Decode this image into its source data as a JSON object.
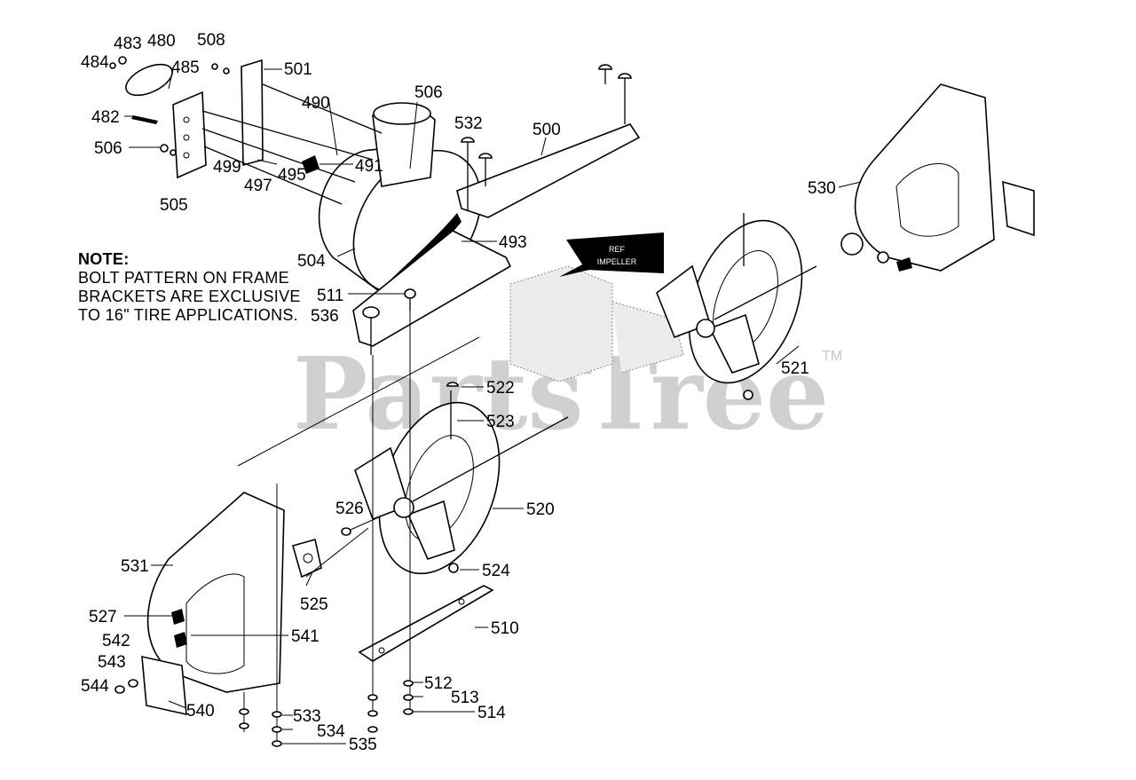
{
  "watermark": {
    "text": "PartsTree",
    "trademark": "TM"
  },
  "note": {
    "heading": "NOTE:",
    "lines": [
      "BOLT PATTERN ON FRAME",
      "BRACKETS ARE EXCLUSIVE",
      "TO 16\" TIRE APPLICATIONS."
    ]
  },
  "ref_tag": {
    "line1": "REF",
    "line2": "IMPELLER"
  },
  "parts": [
    {
      "id": "483",
      "label": "483"
    },
    {
      "id": "480",
      "label": "480"
    },
    {
      "id": "508",
      "label": "508"
    },
    {
      "id": "484",
      "label": "484"
    },
    {
      "id": "485",
      "label": "485"
    },
    {
      "id": "501",
      "label": "501"
    },
    {
      "id": "506a",
      "label": "506"
    },
    {
      "id": "490",
      "label": "490"
    },
    {
      "id": "482",
      "label": "482"
    },
    {
      "id": "532",
      "label": "532"
    },
    {
      "id": "500",
      "label": "500"
    },
    {
      "id": "506b",
      "label": "506"
    },
    {
      "id": "491",
      "label": "491"
    },
    {
      "id": "499",
      "label": "499"
    },
    {
      "id": "497",
      "label": "497"
    },
    {
      "id": "495",
      "label": "495"
    },
    {
      "id": "505",
      "label": "505"
    },
    {
      "id": "530",
      "label": "530"
    },
    {
      "id": "493",
      "label": "493"
    },
    {
      "id": "504",
      "label": "504"
    },
    {
      "id": "511",
      "label": "511"
    },
    {
      "id": "536",
      "label": "536"
    },
    {
      "id": "521",
      "label": "521"
    },
    {
      "id": "522",
      "label": "522"
    },
    {
      "id": "523",
      "label": "523"
    },
    {
      "id": "526",
      "label": "526"
    },
    {
      "id": "520",
      "label": "520"
    },
    {
      "id": "531",
      "label": "531"
    },
    {
      "id": "524",
      "label": "524"
    },
    {
      "id": "525",
      "label": "525"
    },
    {
      "id": "527",
      "label": "527"
    },
    {
      "id": "541",
      "label": "541"
    },
    {
      "id": "510",
      "label": "510"
    },
    {
      "id": "542",
      "label": "542"
    },
    {
      "id": "543",
      "label": "543"
    },
    {
      "id": "544",
      "label": "544"
    },
    {
      "id": "540",
      "label": "540"
    },
    {
      "id": "512",
      "label": "512"
    },
    {
      "id": "513",
      "label": "513"
    },
    {
      "id": "514",
      "label": "514"
    },
    {
      "id": "533",
      "label": "533"
    },
    {
      "id": "534",
      "label": "534"
    },
    {
      "id": "535",
      "label": "535"
    }
  ]
}
